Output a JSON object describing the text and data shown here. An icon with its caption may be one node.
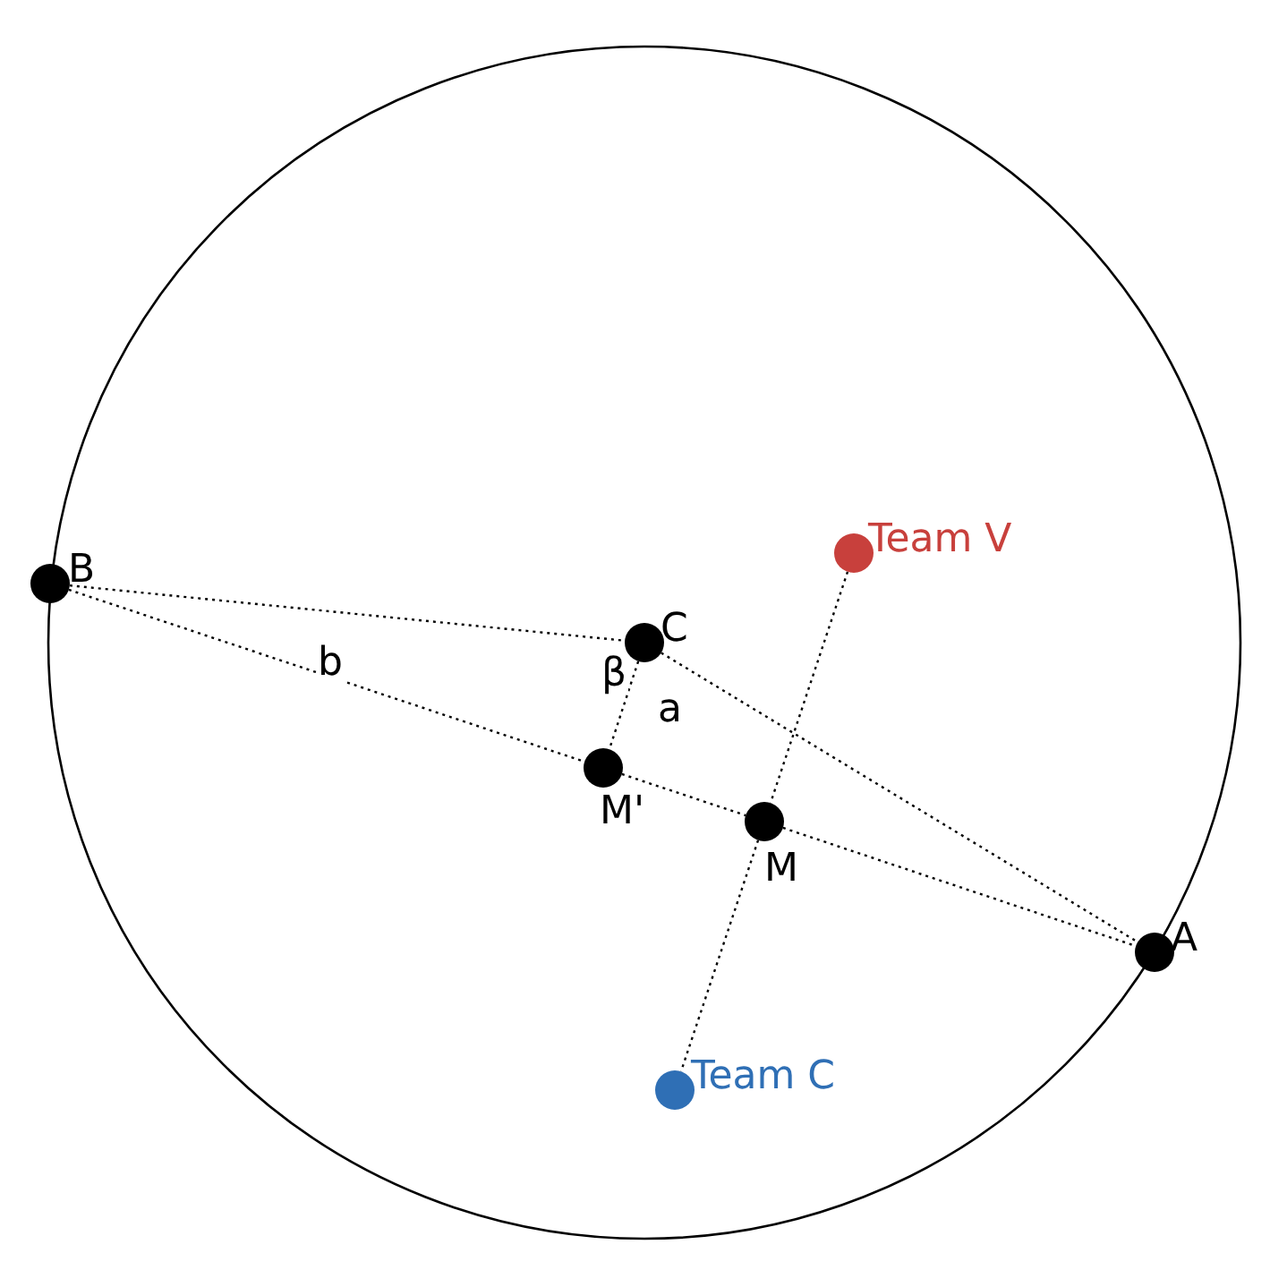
{
  "diagram": {
    "nodes": [
      {
        "text": [
          "B"
        ]
      },
      {
        "text": [
          "C"
        ]
      },
      {
        "text": [
          "M'"
        ]
      },
      {
        "text": [
          "M"
        ]
      },
      {
        "text": [
          "A"
        ]
      },
      {
        "text": [
          "Team V"
        ]
      },
      {
        "text": [
          "Team C"
        ]
      }
    ],
    "edges": [
      {
        "from": 0,
        "to": 1,
        "arrow": "none"
      },
      {
        "from": 1,
        "to": 4,
        "arrow": "none"
      },
      {
        "from": 0,
        "to": 2,
        "arrow": "none",
        "label": "b"
      },
      {
        "from": 2,
        "to": 3,
        "arrow": "none"
      },
      {
        "from": 3,
        "to": 4,
        "arrow": "none"
      },
      {
        "from": 1,
        "to": 2,
        "arrow": "none",
        "label": "a"
      },
      {
        "from": 5,
        "to": 3,
        "arrow": "none"
      },
      {
        "from": 3,
        "to": 6,
        "arrow": "none"
      }
    ],
    "labels": [
      "β"
    ]
  }
}
